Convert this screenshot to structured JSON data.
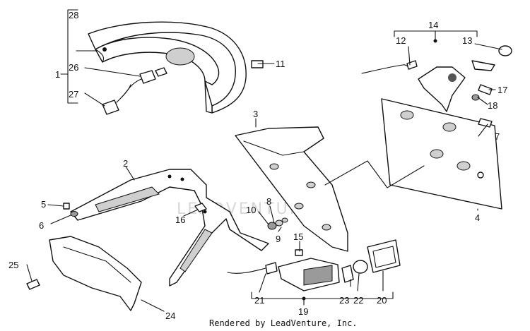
{
  "credit": "Rendered by LeadVenture, Inc.",
  "watermark": "LEADVENTURE",
  "callouts": {
    "c1": "1",
    "c2": "2",
    "c3": "3",
    "c4": "4",
    "c5": "5",
    "c6": "6",
    "c7": "7",
    "c8": "8",
    "c9": "9",
    "c10": "10",
    "c11": "11",
    "c12": "12",
    "c13": "13",
    "c14": "14",
    "c15": "15",
    "c16": "16",
    "c17": "17",
    "c18": "18",
    "c19": "19",
    "c20": "20",
    "c21": "21",
    "c22": "22",
    "c23": "23",
    "c24": "24",
    "c25": "25",
    "c26": "26",
    "c27": "27",
    "c28": "28"
  }
}
